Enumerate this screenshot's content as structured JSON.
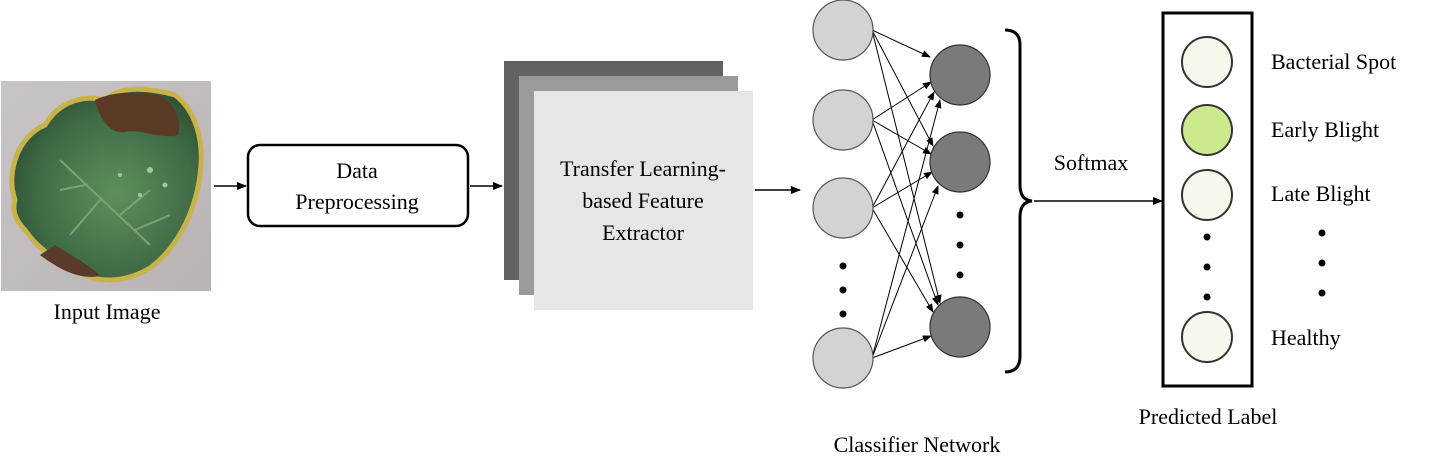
{
  "input_image": {
    "caption": "Input Image",
    "icon": "tomato-leaf-image"
  },
  "preprocessing": {
    "line1": "Data",
    "line2": "Preprocessing"
  },
  "feature_extractor": {
    "line1": "Transfer Learning-",
    "line2": "based Feature",
    "line3": "Extractor"
  },
  "classifier": {
    "caption": "Classifier Network"
  },
  "softmax": {
    "label": "Softmax"
  },
  "output": {
    "caption": "Predicted Label",
    "labels": [
      "Bacterial Spot",
      "Early Blight",
      "Late Blight",
      "Healthy"
    ],
    "highlight_color": "#cde98e",
    "node_color": "#f8f7ec"
  },
  "colors": {
    "input_node": "#d3d3d3",
    "hidden_node": "#7a7a7a",
    "layer_back": "#626262",
    "layer_mid": "#9b9b9b",
    "layer_front": "#e6e6e6"
  }
}
